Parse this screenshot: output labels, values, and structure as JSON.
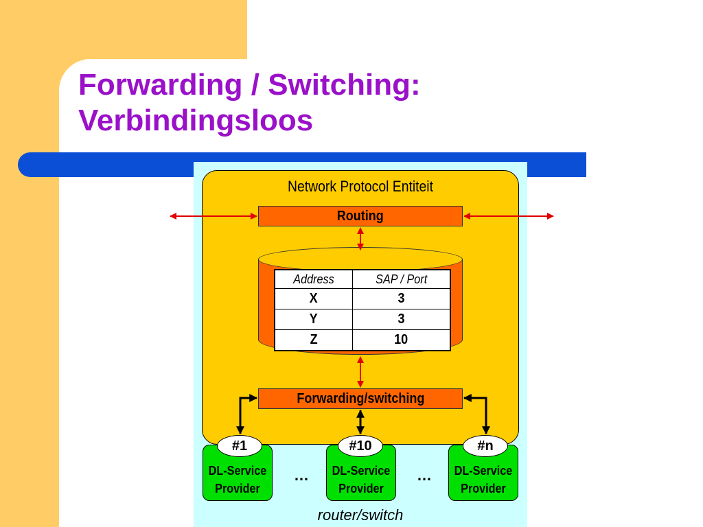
{
  "slide": {
    "title_line1": "Forwarding / Switching:",
    "title_line2": "Verbindingsloos"
  },
  "colors": {
    "title": "#9a11c9",
    "accent_yellow": "#ffcc66",
    "bar_blue": "#0b4fd6",
    "router_bg": "#ccffff",
    "entity_bg": "#ffcc00",
    "block_orange": "#ff6600",
    "provider_green": "#00e000",
    "arrow_red": "#e00000"
  },
  "diagram": {
    "entity_title": "Network Protocol Entiteit",
    "routing_label": "Routing",
    "forwarding_label": "Forwarding/switching",
    "table": {
      "headers": [
        "Address",
        "SAP / Port"
      ],
      "rows": [
        [
          "X",
          "3"
        ],
        [
          "Y",
          "3"
        ],
        [
          "Z",
          "10"
        ]
      ]
    },
    "ports": [
      "#1",
      "#10",
      "#n"
    ],
    "provider_line1": "DL-Service",
    "provider_line2": "Provider",
    "ellipsis": "…",
    "router_label": "router/switch"
  }
}
